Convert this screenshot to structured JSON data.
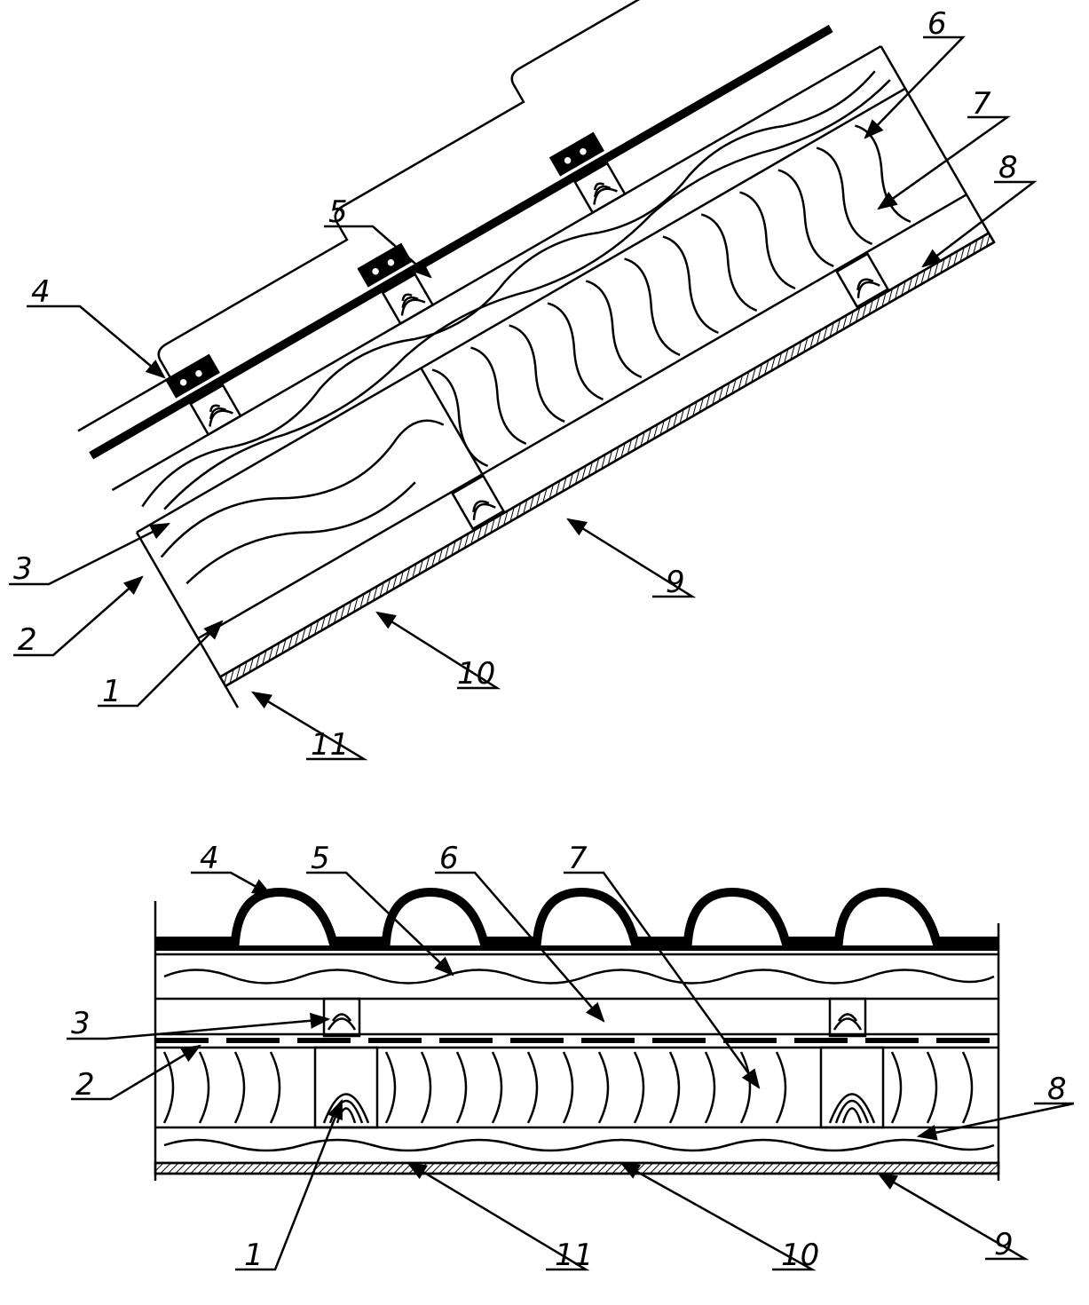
{
  "upper_view": {
    "callouts": [
      "4",
      "5",
      "6",
      "7",
      "8",
      "3",
      "2",
      "1",
      "9",
      "10",
      "11"
    ]
  },
  "lower_view": {
    "callouts": [
      "4",
      "5",
      "6",
      "7",
      "3",
      "2",
      "8",
      "1",
      "11",
      "10",
      "9"
    ]
  },
  "colors": {
    "ink": "#000000",
    "paper": "#ffffff"
  }
}
